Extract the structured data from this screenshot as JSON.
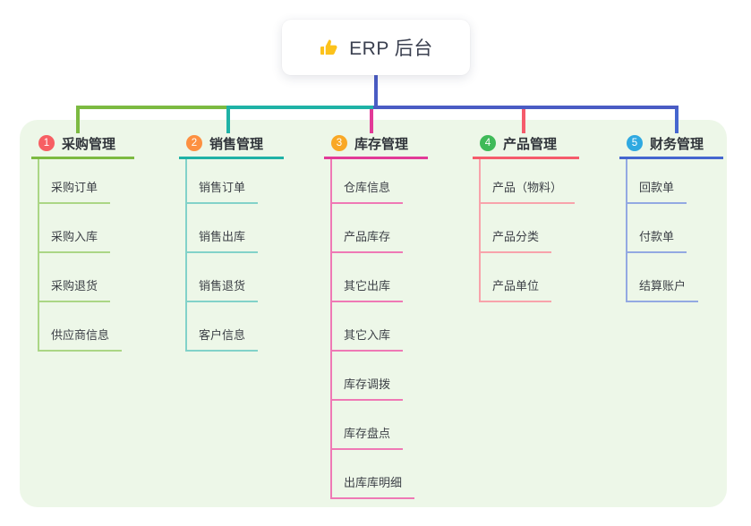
{
  "root": {
    "label": "ERP 后台",
    "icon": "thumbs-up-icon",
    "icon_color": "#fcc21b",
    "text_color": "#3b4050"
  },
  "panel_color": "#edf7e8",
  "connector": {
    "stem_color": "#4a5cc4"
  },
  "text": {
    "header_color": "#30343a",
    "child_color": "#3d4147"
  },
  "branches": [
    {
      "index": "1",
      "title": "采购管理",
      "badge_color": "#f75f63",
      "line_color": "#7cba41",
      "child_line_color": "#abd685",
      "children": [
        "采购订单",
        "采购入库",
        "采购退货",
        "供应商信息"
      ]
    },
    {
      "index": "2",
      "title": "销售管理",
      "badge_color": "#fd9041",
      "line_color": "#1fb2a6",
      "child_line_color": "#82d2c9",
      "children": [
        "销售订单",
        "销售出库",
        "销售退货",
        "客户信息"
      ]
    },
    {
      "index": "3",
      "title": "库存管理",
      "badge_color": "#f9a825",
      "line_color": "#e23a97",
      "child_line_color": "#ef79b5",
      "children": [
        "仓库信息",
        "产品库存",
        "其它出库",
        "其它入库",
        "库存调拨",
        "库存盘点",
        "出库库明细"
      ]
    },
    {
      "index": "4",
      "title": "产品管理",
      "badge_color": "#3fba58",
      "line_color": "#f55b6b",
      "child_line_color": "#f8a3ab",
      "children": [
        "产品（物料）",
        "产品分类",
        "产品单位"
      ]
    },
    {
      "index": "5",
      "title": "财务管理",
      "badge_color": "#2fa9e1",
      "line_color": "#4566cf",
      "child_line_color": "#93a9e2",
      "children": [
        "回款单",
        "付款单",
        "结算账户"
      ]
    }
  ]
}
